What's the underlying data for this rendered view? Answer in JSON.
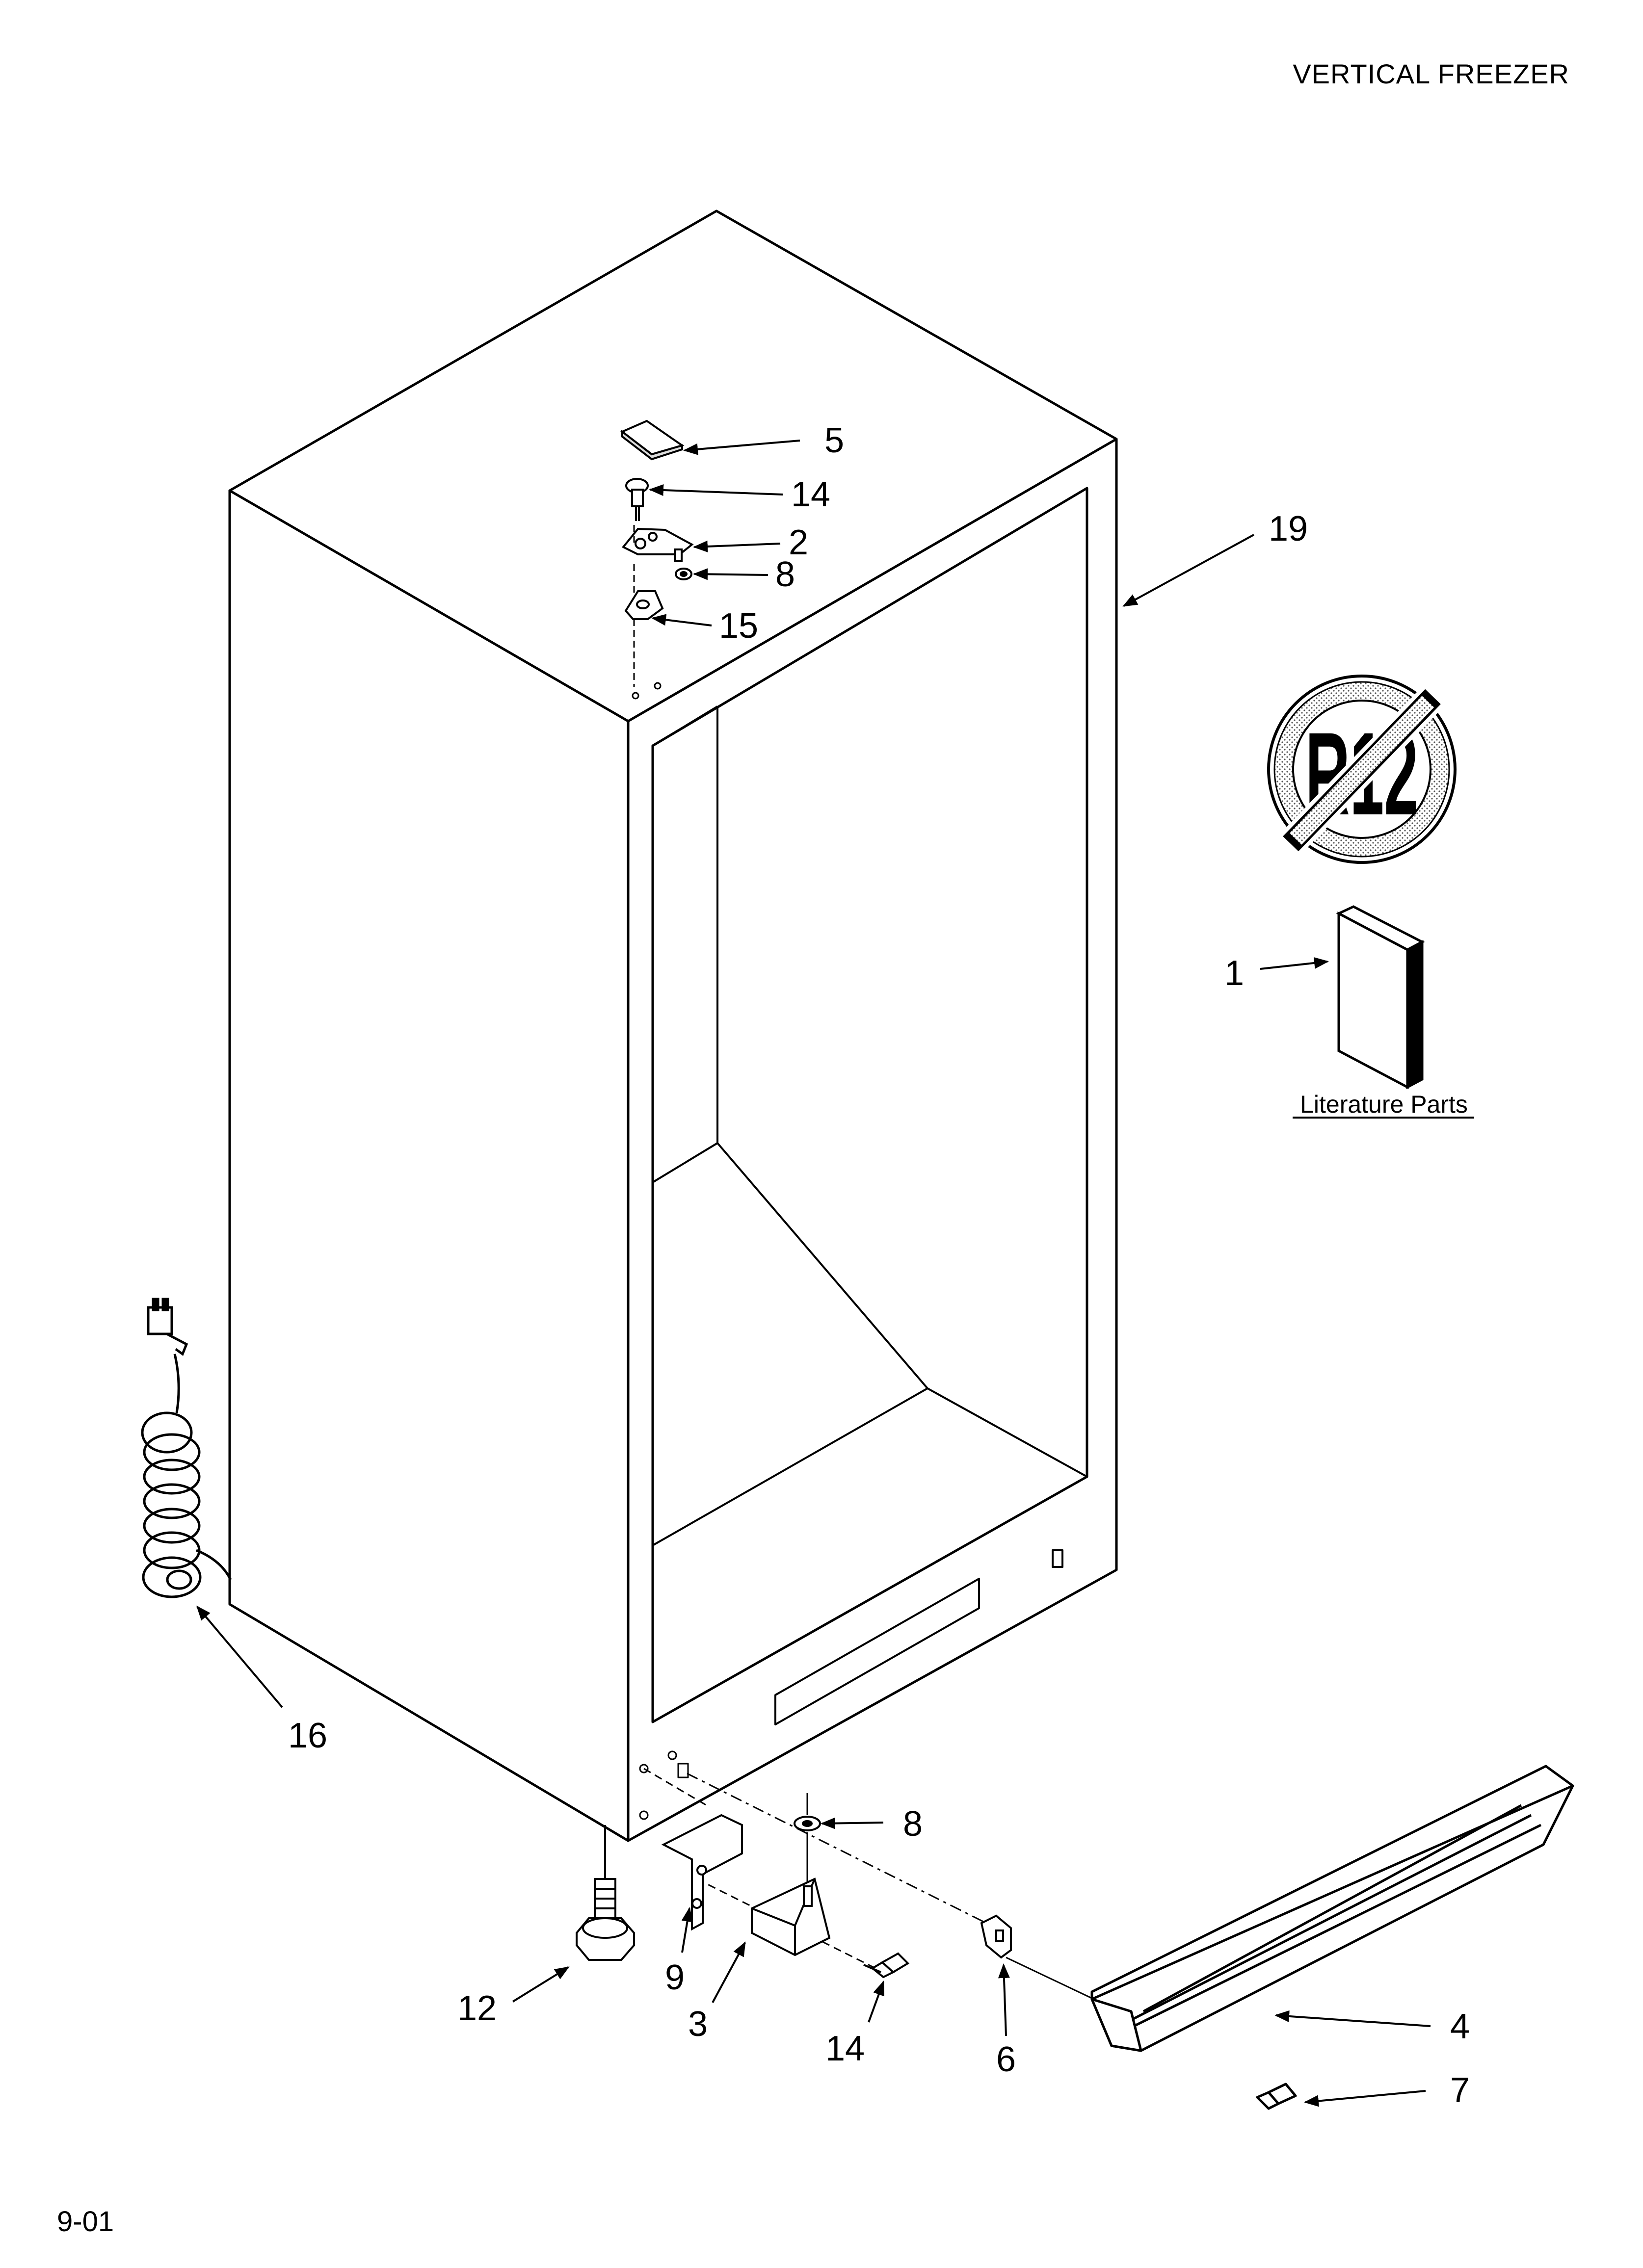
{
  "header": {
    "title": "VERTICAL FREEZER"
  },
  "footer": {
    "date_code": "9-01"
  },
  "badge": {
    "text": "R12"
  },
  "literature": {
    "caption": "Literature Parts"
  },
  "callouts": {
    "c5": "5",
    "c14_top": "14",
    "c2": "2",
    "c8_top": "8",
    "c15": "15",
    "c19": "19",
    "c1": "1",
    "c16": "16",
    "c8_bottom": "8",
    "c12": "12",
    "c9": "9",
    "c3": "3",
    "c14_bottom": "14",
    "c6": "6",
    "c4": "4",
    "c7": "7"
  }
}
